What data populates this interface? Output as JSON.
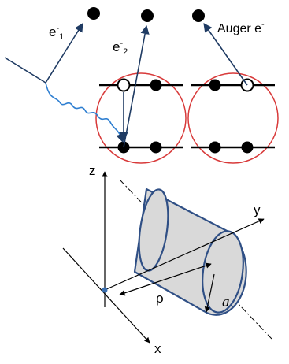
{
  "labels": {
    "electron1": "e",
    "electron1_sup": "-",
    "electron1_sub": "1",
    "electron2": "e",
    "electron2_sup": "-",
    "electron2_sub": "2",
    "auger": "Auger e",
    "auger_sup": "-",
    "axis_z": "z",
    "axis_y": "y",
    "axis_x": "x",
    "rho": "ρ",
    "radius": "a"
  },
  "colors": {
    "arrow": "#1f3b63",
    "photon": "#2f7fd1",
    "atom_circle": "#d83a3a",
    "cylinder_fill": "#d9d9d9",
    "cylinder_stroke": "#2f4f85",
    "axis_dot": "#3a6fb0"
  }
}
